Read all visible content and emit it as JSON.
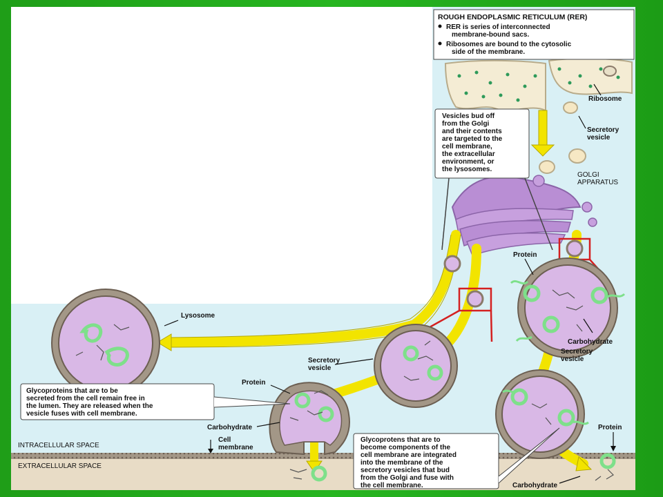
{
  "rer_box": {
    "title": "ROUGH ENDOPLASMIC RETICULUM (RER)",
    "bullet1_line1": "RER is series of interconnected",
    "bullet1_line2": "membrane-bound sacs.",
    "bullet2_line1": "Ribosomes are bound to the cytosolic",
    "bullet2_line2": "side of the membrane."
  },
  "vesicle_box": {
    "lines": [
      "Vesicles bud off",
      "from the Golgi",
      "and their contents",
      "are targeted to the",
      "cell membrane,",
      "the extracellular",
      "environment, or",
      "the lysosomes."
    ]
  },
  "glyco_free_box": {
    "lines": [
      "Glycoproteins that are to be",
      "secreted from the cell remain free in",
      "the lumen. They are released when the",
      "vesicle fuses with cell membrane."
    ]
  },
  "glyco_integrated_box": {
    "lines": [
      "Glycoprotens that are to",
      "become components of the",
      "cell membrane are integrated",
      "into the membrane of the",
      "secretory vesicles that bud",
      "from the Golgi and fuse with",
      "the cell membrane."
    ]
  },
  "labels": {
    "ribosome": "Ribosome",
    "secretory_vesicle_top_1": "Secretory",
    "secretory_vesicle_top_2": "vesicle",
    "golgi_1": "GOLGI",
    "golgi_2": "APPARATUS",
    "protein_right": "Protein",
    "carbohydrate_right": "Carbohydrate",
    "secretory_vesicle_right_1": "Secretory",
    "secretory_vesicle_right_2": "vesicle",
    "lysosome": "Lysosome",
    "secretory_vesicle_mid_1": "Secretory",
    "secretory_vesicle_mid_2": "vesicle",
    "protein_left": "Protein",
    "carbohydrate_left": "Carbohydrate",
    "cell_membrane_1": "Cell",
    "cell_membrane_2": "membrane",
    "intracellular": "INTRACELLULAR SPACE",
    "extracellular": "EXTRACELLULAR SPACE",
    "protein_bottom": "Protein",
    "carbohydrate_bottom": "Carbohydrate"
  },
  "colors": {
    "background": "#22a51c",
    "cytoplasm": "#d9f0f5",
    "extracellular": "#e8dcc6",
    "pathway": "#f2e400",
    "vesicle_lumen": "#d9b8e6",
    "membrane": "#8a7a6a",
    "golgi": "#b98ed4",
    "protein": "#7ee08a",
    "highlight": "#d42020"
  }
}
